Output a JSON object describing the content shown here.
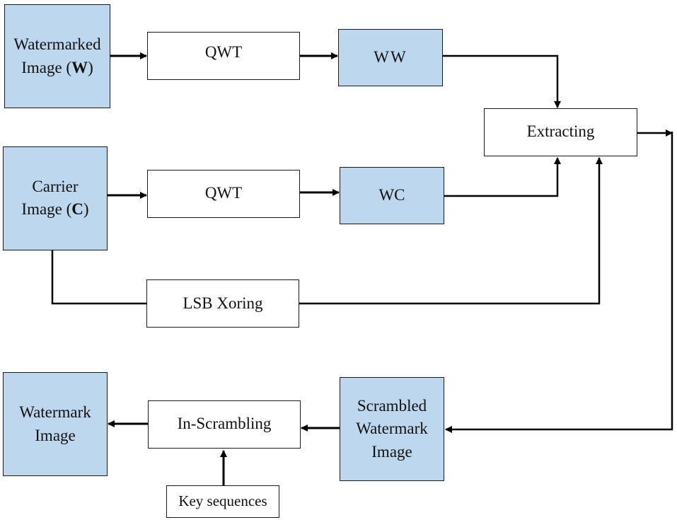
{
  "blocks": {
    "watermarked_image": {
      "line1": "Watermarked",
      "line2_prefix": "Image (",
      "line2_bold": "W",
      "line2_suffix": ")"
    },
    "qwt_top": "QWT",
    "ww": "WW",
    "extracting": "Extracting",
    "carrier_image": {
      "line1": "Carrier",
      "line2_prefix": "Image (",
      "line2_bold": "C",
      "line2_suffix": ")"
    },
    "qwt_mid": "QWT",
    "wc": "WC",
    "lsb_xoring": "LSB Xoring",
    "watermark_image": {
      "line1": "Watermark",
      "line2": "Image"
    },
    "in_scrambling": "In-Scrambling",
    "scrambled_watermark_image": {
      "line1": "Scrambled",
      "line2": "Watermark",
      "line3": "Image"
    },
    "key_sequences": "Key sequences"
  },
  "colors": {
    "blue_fill": "#bdd7ee",
    "line": "#000000"
  }
}
